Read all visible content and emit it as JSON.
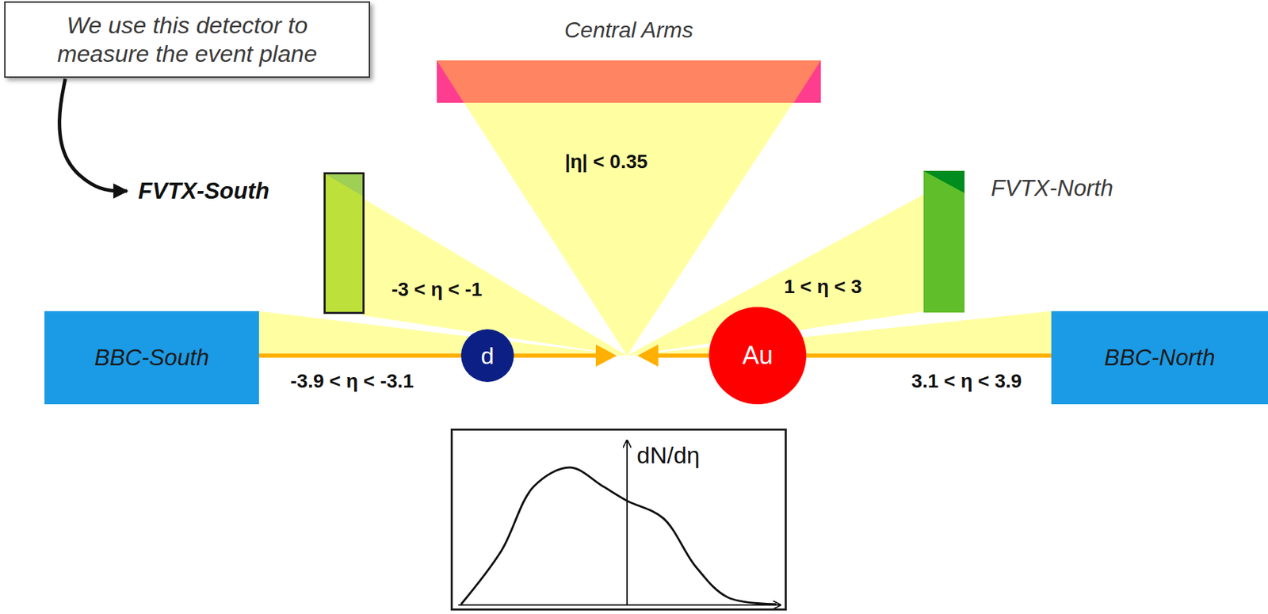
{
  "diagram": {
    "nodes": [
      {
        "text": [
          "We use this detector to measure the event plane"
        ]
      },
      {
        "text": [
          "Central Arms"
        ]
      },
      {
        "text": [
          "FVTX-South"
        ]
      },
      {
        "text": [
          "FVTX-North"
        ]
      },
      {
        "text": [
          "BBC-South"
        ]
      },
      {
        "text": [
          "d"
        ]
      },
      {
        "text": [
          "Au"
        ]
      },
      {
        "text": [
          "BBC-North"
        ]
      },
      {
        "text": [
          "dN/dη"
        ]
      }
    ],
    "edges": [
      {
        "from": 0,
        "to": 2,
        "arrow": "to"
      }
    ],
    "labels": [
      "|η| < 0.35",
      "-3 < η < -1",
      "1 < η < 3",
      "-3.9 < η < -3.1",
      "3.1 < η < 3.9"
    ]
  }
}
